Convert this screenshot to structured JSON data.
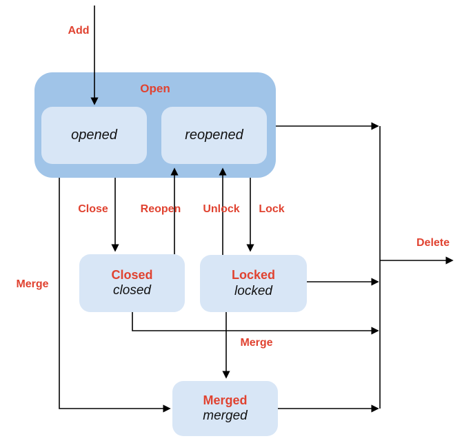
{
  "colors": {
    "container_fill": "#a0c4e8",
    "node_fill": "#d8e6f6",
    "accent_red": "#e04230",
    "line": "#000000",
    "text": "#111111"
  },
  "diagram": {
    "nodes": {
      "open_group": {
        "label": "Open"
      },
      "opened": {
        "label": "opened"
      },
      "reopened": {
        "label": "reopened"
      },
      "closed": {
        "title": "Closed",
        "state": "closed"
      },
      "locked": {
        "title": "Locked",
        "state": "locked"
      },
      "merged": {
        "title": "Merged",
        "state": "merged"
      }
    },
    "edges": {
      "add": {
        "label": "Add"
      },
      "close": {
        "label": "Close"
      },
      "reopen": {
        "label": "Reopen"
      },
      "unlock": {
        "label": "Unlock"
      },
      "lock": {
        "label": "Lock"
      },
      "merge_from_open": {
        "label": "Merge"
      },
      "merge_from_locked": {
        "label": "Merge"
      },
      "delete": {
        "label": "Delete"
      }
    }
  }
}
